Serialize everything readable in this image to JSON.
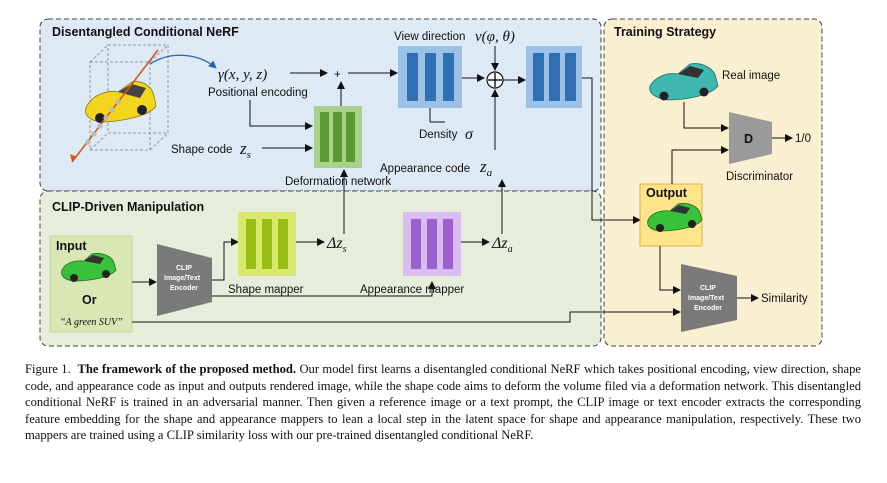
{
  "sections": {
    "nerf_title": "Disentangled Conditional NeRF",
    "clip_title": "CLIP-Driven Manipulation",
    "training_title": "Training Strategy"
  },
  "labels": {
    "view_direction": "View direction",
    "view_direction_math": "v(φ, θ)",
    "positional_math": "γ(x, y, z)",
    "positional_encoding": "Positional encoding",
    "shape_code": "Shape code",
    "shape_code_math": "z",
    "shape_code_sub": "s",
    "density": "Density",
    "density_math": "σ",
    "appearance_code": "Appearance code",
    "appearance_code_math": "z",
    "appearance_code_sub": "a",
    "deformation_network": "Deformation network",
    "delta_zs": "Δz",
    "delta_zs_sub": "s",
    "delta_za": "Δz",
    "delta_za_sub": "a",
    "shape_mapper": "Shape mapper",
    "appearance_mapper": "Appearance mapper",
    "input": "Input",
    "or": "Or",
    "text_prompt": "“A green SUV”",
    "clip_encoder_1": "CLIP",
    "clip_encoder_2": "Image/Text",
    "clip_encoder_3": "Encoder",
    "real_image": "Real image",
    "discriminator_letter": "D",
    "discriminator": "Discriminator",
    "disc_output": "1/0",
    "output": "Output",
    "similarity": "Similarity",
    "plus": "+"
  },
  "caption": {
    "prefix": "Figure 1.",
    "bold": "The framework of the proposed method.",
    "text": "Our model first learns a disentangled conditional NeRF which takes positional encoding, view direction, shape code, and appearance code as input and outputs rendered image, while the shape code aims to deform the volume filed via a deformation network. This disentangled conditional NeRF is trained in an adversarial manner. Then given a reference image or a text prompt, the CLIP image or text encoder extracts the corresponding feature embedding for the shape and appearance mappers to lean a local step in the latent space for shape and appearance manipulation, respectively. These two mappers are trained using a CLIP similarity loss with our pre-trained disentangled conditional NeRF."
  },
  "colors": {
    "nerf_bg": "#dde9f5",
    "clip_bg": "#e6eedb",
    "training_bg": "#fbefd2",
    "mlp_blue": "#2f6fb3",
    "mlp_green": "#5b9a2f",
    "mapper_yellow": "#9abd12",
    "mapper_purple": "#9b5fcf",
    "encoder_gray": "#7a7a7a",
    "disc_gray": "#9a9a9a",
    "car_yellow": "#f2d51c",
    "car_green": "#37c23a",
    "car_teal": "#3fb8b0"
  }
}
